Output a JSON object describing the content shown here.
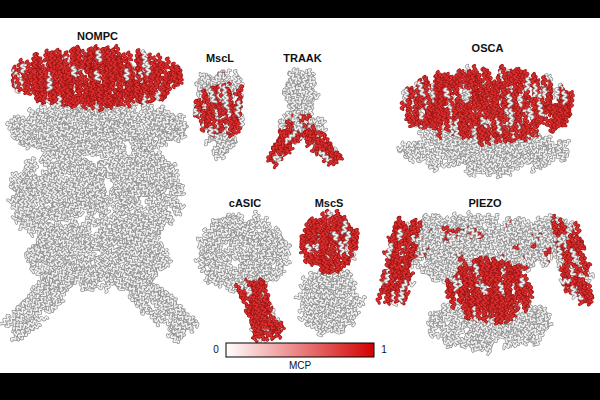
{
  "diagram": {
    "nodes": [
      {
        "text": [
          "NOMPC"
        ]
      },
      {
        "text": [
          "MscL"
        ]
      },
      {
        "text": [
          "TRAAK"
        ]
      },
      {
        "text": [
          "OSCA"
        ]
      },
      {
        "text": [
          "cASIC"
        ]
      },
      {
        "text": [
          "MscS"
        ]
      },
      {
        "text": [
          "PIEZO"
        ]
      }
    ],
    "labels": [
      "0",
      "1",
      "MCP"
    ]
  }
}
